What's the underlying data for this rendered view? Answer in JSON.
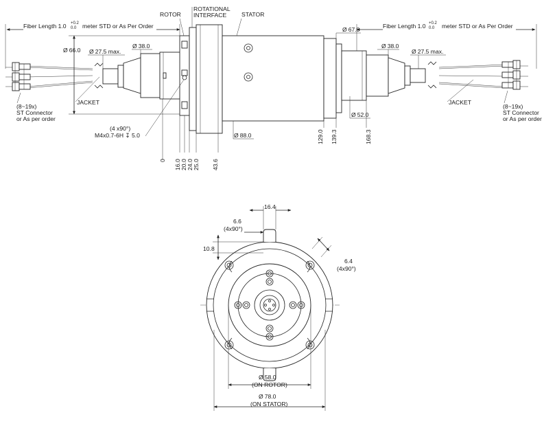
{
  "side_view": {
    "fiber_length_left": "Fiber Length 1.0",
    "fiber_length_right": "Fiber Length 1.0",
    "tol_plus": "+0.2",
    "tol_zero": "0.0",
    "fiber_suffix": "meter STD or As Per Order",
    "rotor_label": "ROTOR",
    "rotational_label_1": "ROTATIONAL",
    "rotational_label_2": "INTERFACE",
    "stator_label": "STATOR",
    "dia_66": "66.0",
    "dia_27_5_left": "27.5 max.",
    "dia_38_left": "38.0",
    "dia_67": "67.0",
    "dia_38_right": "38.0",
    "dia_27_5_right": "27.5 max.",
    "dia_52": "52.0",
    "dia_88": "88.0",
    "jacket_left": "JACKET",
    "jacket_right": "JACKET",
    "conn_left_1": "(8~19x)",
    "conn_left_2": "ST Connector",
    "conn_left_3": "or As per order",
    "conn_right_1": "(8~19x)",
    "conn_right_2": "ST Connector",
    "conn_right_3": "or As per order",
    "hole_note_1": "(4 x90°)",
    "hole_note_2": "M4x0.7-6H ↧ 5.0",
    "dims_bottom": [
      "0",
      "16.0",
      "20.0",
      "24.0",
      "25.0",
      "43.6",
      "129.0",
      "139.3",
      "168.3"
    ]
  },
  "front_view": {
    "slot_width": "16.4",
    "slot_6_6": "6.6",
    "slot_6_6_sub": "(4x90°)",
    "dim_10_8": "10.8",
    "dim_6_4": "6.4",
    "dim_6_4_sub": "(4x90°)",
    "rotor_dia": "58.0",
    "rotor_sub": "(ON ROTOR)",
    "stator_dia": "78.0",
    "stator_sub": "(ON STATOR)"
  },
  "dia_symbol": "Ø"
}
